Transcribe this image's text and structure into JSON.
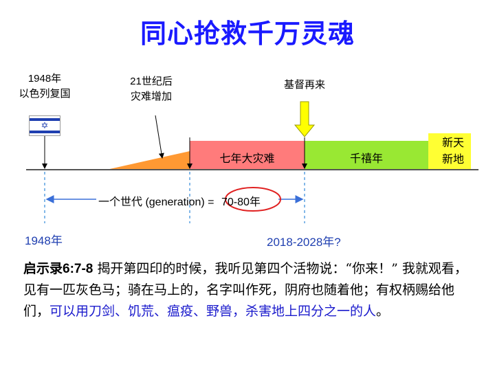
{
  "title": "同心抢救千万灵魂",
  "timeline": {
    "israel_year": "1948年",
    "israel_event": "以色列复国",
    "disaster_year": "21世纪后",
    "disaster_event": "灾难增加",
    "second_coming": "基督再来",
    "tribulation": "七年大灾难",
    "millennium": "千禧年",
    "new_heaven": "新天",
    "new_earth": "新地",
    "generation_label": "一个世代 (generation) =",
    "generation_years": "70-80年",
    "start_year": "1948年",
    "end_year": "2018-2028年?"
  },
  "passage": {
    "reference": "启示录6:7-8",
    "text_plain": " 揭开第四印的时候，我听见第四个活物说：“你来！” 我就观看，见有一匹灰色马；骑在马上的，名字叫作死，阴府也随着他；有权柄赐给他们，",
    "text_highlight": "可以用刀剑、饥荒、瘟疫、野兽，杀害地上四分之一的人",
    "text_end": "。"
  },
  "colors": {
    "title": "#1a1aff",
    "tribulation": "#ff7b7b",
    "millennium": "#99e833",
    "new_heaven_earth": "#ffff33",
    "disaster_ramp": "#ff9933",
    "arrow": "#ffff00",
    "highlight_text": "#1a1acc"
  }
}
